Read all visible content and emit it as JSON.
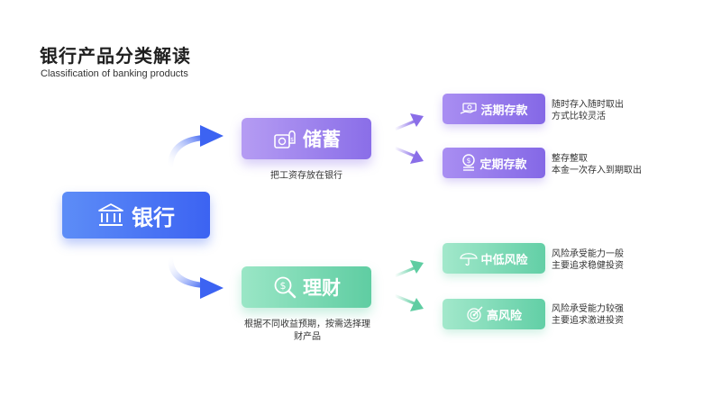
{
  "header": {
    "title": "银行产品分类解读",
    "subtitle": "Classification of banking products"
  },
  "root": {
    "label": "银行",
    "icon": "bank-icon"
  },
  "branches": {
    "savings": {
      "label": "储蓄",
      "icon": "money-safe-icon",
      "caption": "把工资存放在银行",
      "color": "#8a6ee8",
      "children": [
        {
          "label": "活期存款",
          "icon": "cash-hand-icon",
          "desc": [
            "随时存入随时取出",
            "方式比较灵活"
          ]
        },
        {
          "label": "定期存款",
          "icon": "coin-stack-icon",
          "desc": [
            "整存整取",
            "本金一次存入到期取出"
          ]
        }
      ]
    },
    "finance": {
      "label": "理财",
      "icon": "money-search-icon",
      "caption": "根据不同收益预期，按需选择理财产品",
      "caption_lines": [
        "根据不同收益预期，按需选择理",
        "财产品"
      ],
      "color": "#5fcda2",
      "children": [
        {
          "label": "中低风险",
          "icon": "umbrella-icon",
          "desc": [
            "风险承受能力一般",
            "主要追求稳健投资"
          ]
        },
        {
          "label": "高风险",
          "icon": "target-icon",
          "desc": [
            "风险承受能力较强",
            "主要追求激进投资"
          ]
        }
      ]
    }
  },
  "colors": {
    "root": "#3c63f2",
    "purple": "#8a6ee8",
    "green": "#5fcda2"
  }
}
